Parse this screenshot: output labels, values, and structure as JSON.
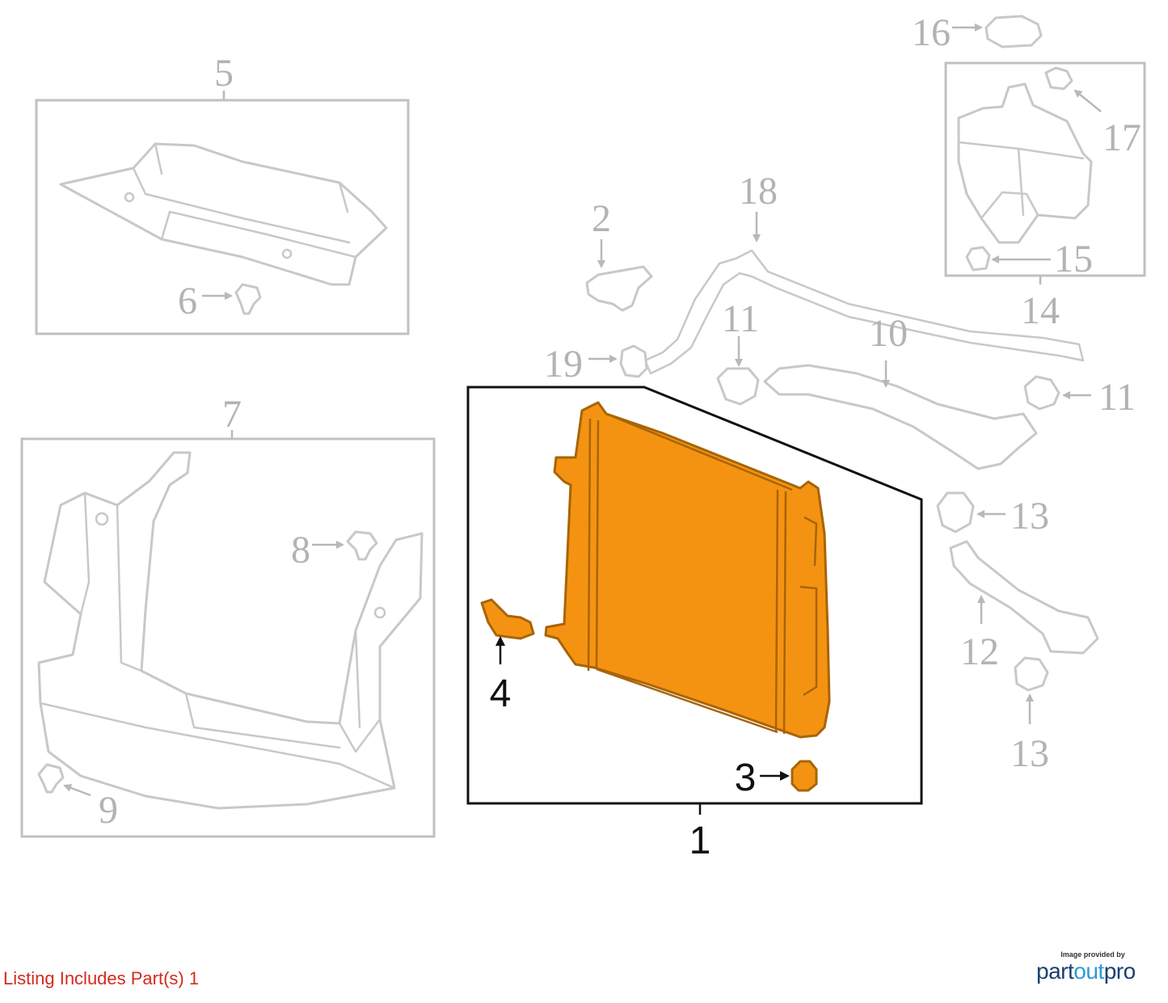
{
  "callouts": {
    "c1": "1",
    "c2": "2",
    "c3": "3",
    "c4": "4",
    "c5": "5",
    "c6": "6",
    "c7": "7",
    "c8": "8",
    "c9": "9",
    "c10": "10",
    "c11a": "11",
    "c11b": "11",
    "c12": "12",
    "c13a": "13",
    "c13b": "13",
    "c14": "14",
    "c15": "15",
    "c16": "16",
    "c17": "17",
    "c18": "18",
    "c19": "19"
  },
  "highlight": {
    "part": "1",
    "color": "#f49312"
  },
  "listing_note": "Listing Includes Part(s) 1",
  "logo": {
    "caption": "Image provided by",
    "word_part": "part",
    "word_out": "out",
    "word_pro": "pro"
  }
}
